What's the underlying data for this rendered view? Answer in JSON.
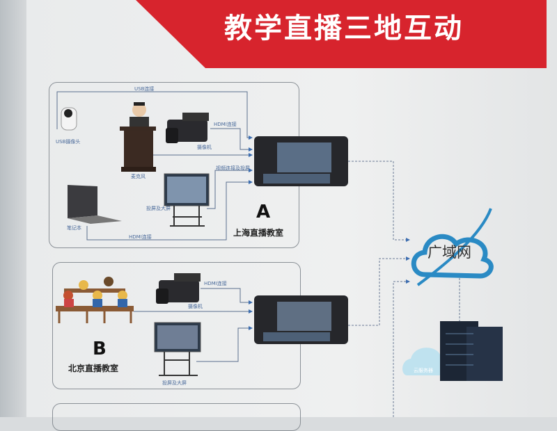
{
  "title": "教学直播三地互动",
  "room_a": {
    "letter": "A",
    "name": "上海直播教室",
    "labels": {
      "usb_link": "USB连接",
      "usb_camera": "USB摄像头",
      "podium": "麦克风",
      "camcorder": "摄像机",
      "hdmi_top": "HDMI连接",
      "screen_link": "视频连接及投屏",
      "screen": "投屏及大屏",
      "laptop": "笔记本",
      "hdmi_bottom": "HDMI连接"
    }
  },
  "room_b": {
    "letter": "B",
    "name": "北京直播教室",
    "labels": {
      "hdmi": "HDMI连接",
      "camcorder": "摄像机",
      "screen": "投屏及大屏"
    }
  },
  "network": {
    "wan": "广域网",
    "server": "云服务器"
  }
}
